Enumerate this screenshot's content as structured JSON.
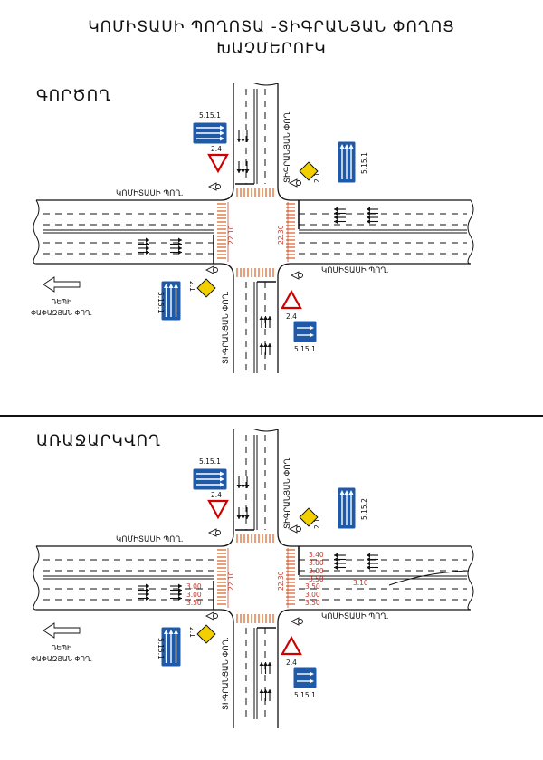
{
  "header": {
    "title_line1": "ԿՈՄԻՏԱՍԻ ՊՈՂՈՏԱ -ՏԻԳՐԱՆՅԱՆ ՓՈՂՈՑ",
    "title_line2": "ԽԱՉՄԵՐՈՒԿ"
  },
  "sections": {
    "existing": {
      "label": "ԳՈՐԾՈՂ",
      "sign_codes": {
        "top_left": "5.15.1",
        "top_right": "5.15.1",
        "left_lower": "5.15.1",
        "bottom_right": "5.15.1"
      },
      "widths": {
        "left": "22.10",
        "right": "22.30"
      }
    },
    "proposed": {
      "label": "ԱՌԱՋԱՐԿՎՈՂ",
      "sign_codes": {
        "top_left": "5.15.1",
        "top_right": "5.15.2",
        "left_lower": "5.15.1",
        "bottom_right": "5.15.1"
      },
      "widths": {
        "left": "22.10",
        "right": "22.30"
      },
      "lane_widths_right": [
        "3.40",
        "3.00",
        "3.00",
        "3.50"
      ],
      "lane_widths_left": [
        "3.00",
        "3.00",
        "3.50"
      ],
      "lane_widths_right_lower": [
        "3.50",
        "3.00",
        "3.50"
      ],
      "extra_dim": "3.10"
    }
  },
  "labels": {
    "komitas_street": "ԿՈՄԻՏԱՍԻ ՊՈՂ.",
    "tigranyan_street": "ՏԻԳՐԱՆՅԱՆ ՓՈՂ.",
    "toward_line1": "ԴԵՊԻ",
    "toward_line2": "ՓԱՓԱԶՅԱՆ ՓՈՂ.",
    "sign_yield": "2.4",
    "sign_priority": "2.1"
  },
  "colors": {
    "sign_blue": "#1e5aa8",
    "crosswalk": "#e8a07a",
    "priority_sign": "#f2d000",
    "yield_border": "#d00000",
    "dimension": "#c0392b"
  }
}
